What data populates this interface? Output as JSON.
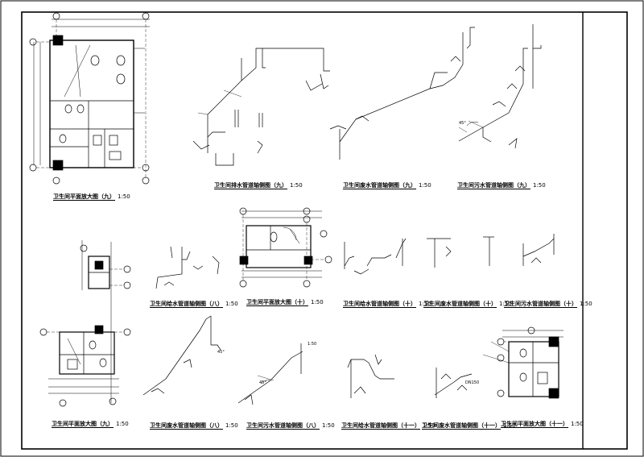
{
  "captions": {
    "plan_9_top": {
      "title": "卫生间平面放大图（九）",
      "scale": "1:50"
    },
    "drain_9": {
      "title": "卫生间排水管道轴侧图（九）",
      "scale": "1:50"
    },
    "waste_9": {
      "title": "卫生间废水管道轴侧图（九）",
      "scale": "1:50"
    },
    "sewage_9": {
      "title": "卫生间污水管道轴侧图（九）",
      "scale": "1:50"
    },
    "plan_9_bottom": {
      "title": "卫生间平面放大图（九）",
      "scale": "1:50"
    },
    "drain_8": {
      "title": "卫生间给水管道轴侧图（八）",
      "scale": "1:50"
    },
    "plan_10": {
      "title": "卫生间平面放大图（十）",
      "scale": "1:50"
    },
    "supply_10": {
      "title": "卫生间给水管道轴侧图（十）",
      "scale": "1:50"
    },
    "waste_10": {
      "title": "卫生间废水管道轴侧图（十）",
      "scale": "1:50"
    },
    "sewage_10": {
      "title": "卫生间污水管道轴侧图（十）",
      "scale": "1:50"
    },
    "waste_8": {
      "title": "卫生间废水管道轴侧图（八）",
      "scale": "1:50"
    },
    "sewage_8": {
      "title": "卫生间污水管道轴侧图（八）",
      "scale": "1:50"
    },
    "supply_11": {
      "title": "卫生间给水管道轴侧图（十一）",
      "scale": "1:50"
    },
    "waste_11": {
      "title": "卫生间废水管道轴侧图（十一）",
      "scale": "1:50"
    },
    "plan_11": {
      "title": "卫生间平面放大图（十一）",
      "scale": "1:50"
    }
  },
  "notes": {
    "angle_a": "45°",
    "angle_b": "45°",
    "angle_c": "45°",
    "pipe_dn150": "DN150",
    "scale_mid": "1:50"
  }
}
